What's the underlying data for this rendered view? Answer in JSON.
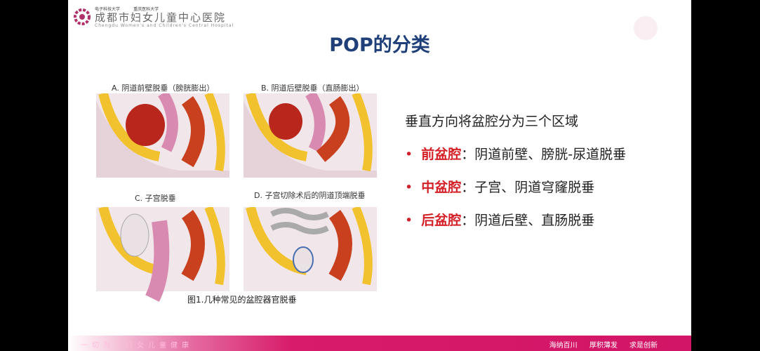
{
  "header": {
    "logo_top_left": "电子科技大学",
    "logo_top_right": "重庆医科大学",
    "hospital_name": "成都市妇女儿童中心医院",
    "hospital_name_en": "Chengdu Women's and Children's Central Hospital"
  },
  "title": "POP的分类",
  "figures": [
    {
      "caption": "A. 阴道前壁脱垂（膀胱膨出）"
    },
    {
      "caption": "B. 阴道后壁脱垂（直肠膨出）"
    },
    {
      "caption": "C. 子宫脱垂"
    },
    {
      "caption": "D. 子宫切除术后的阴道顶端脱垂"
    }
  ],
  "figure_caption": "图1.几种常见的盆腔器官脱垂",
  "content": {
    "intro": "垂直方向将盆腔分为三个区域",
    "items": [
      {
        "term": "前盆腔",
        "desc": "：阴道前壁、膀胱-尿道脱垂"
      },
      {
        "term": "中盆腔",
        "desc": "：子宫、阴道穹窿脱垂"
      },
      {
        "term": "后盆腔",
        "desc": "：阴道后壁、直肠脱垂"
      }
    ]
  },
  "footer": {
    "slogan": "一切为了妇女儿童健康",
    "motto": "海纳百川 厚积薄发 求是创新"
  },
  "colors": {
    "accent_red": "#d41f26",
    "title_blue": "#1f3f78",
    "footer_pink": "#d21566"
  }
}
